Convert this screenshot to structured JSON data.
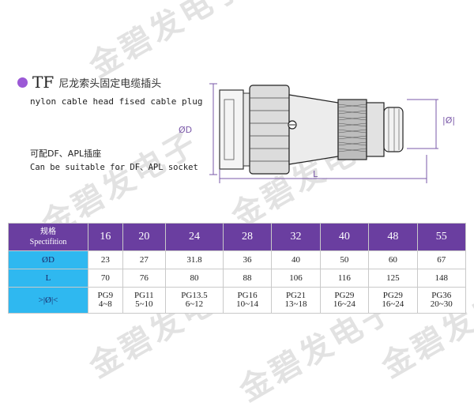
{
  "watermark": "金碧发电子",
  "product": {
    "code": "TF",
    "name_cn": "尼龙索头固定电缆插头",
    "name_en": "nylon cable head fised cable plug",
    "compat_cn": "可配DF、APL插座",
    "compat_en": "Can be suitable for DF、APL socket"
  },
  "drawing": {
    "dim_d": "ØD",
    "dim_l": "L",
    "dim_cable": "|Ø|"
  },
  "table": {
    "header_label_cn": "规格",
    "header_label_en": "Spectifition",
    "sizes": [
      "16",
      "20",
      "24",
      "28",
      "32",
      "40",
      "48",
      "55"
    ],
    "rows": [
      {
        "label": "ØD",
        "values": [
          "23",
          "27",
          "31.8",
          "36",
          "40",
          "50",
          "60",
          "67"
        ]
      },
      {
        "label": "L",
        "values": [
          "70",
          "76",
          "80",
          "88",
          "106",
          "116",
          "125",
          "148"
        ]
      }
    ],
    "cable_row": {
      "label": ">|Ø|<",
      "pg": [
        "PG9",
        "PG11",
        "PG13.5",
        "PG16",
        "PG21",
        "PG29",
        "PG29",
        "PG36"
      ],
      "range": [
        "4~8",
        "5~10",
        "6~12",
        "10~14",
        "13~18",
        "16~24",
        "16~24",
        "20~30"
      ]
    }
  },
  "colors": {
    "accent_purple": "#6a3ea0",
    "dot_purple": "#9b59d6",
    "label_blue": "#2fb8f0"
  }
}
